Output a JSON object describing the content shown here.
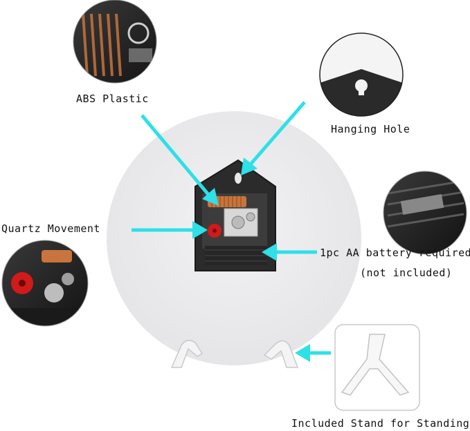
{
  "labels": {
    "abs_plastic": "ABS Plastic",
    "hanging_hole": "Hanging Hole",
    "quartz_movement": "Quartz Movement",
    "battery_line1": "1pc AA battery required",
    "battery_line2": "(not included)",
    "stand": "Included Stand for Standing"
  },
  "colors": {
    "arrow": "#2ee0e8",
    "clock_face": "#ececee",
    "movement_body": "#2a2a2a",
    "hand_red": "#d11a1a",
    "coil_copper": "#c8743c"
  }
}
